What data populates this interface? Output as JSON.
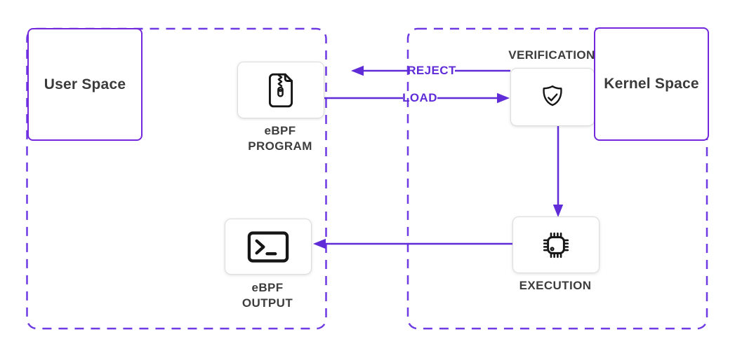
{
  "diagram": {
    "regions": [
      {
        "id": "user-space",
        "label": "User Space"
      },
      {
        "id": "kernel-space",
        "label": "Kernel Space"
      }
    ],
    "nodes": [
      {
        "id": "ebpf-program",
        "label": "eBPF PROGRAM",
        "label_lines": [
          "eBPF",
          "PROGRAM"
        ],
        "icon": "zip-file-icon",
        "region": "user-space"
      },
      {
        "id": "verification",
        "label": "VERIFICATION",
        "icon": "shield-check-icon",
        "region": "kernel-space"
      },
      {
        "id": "execution",
        "label": "EXECUTION",
        "icon": "cpu-icon",
        "region": "kernel-space"
      },
      {
        "id": "ebpf-output",
        "label": "eBPF OUTPUT",
        "label_lines": [
          "eBPF",
          "OUTPUT"
        ],
        "icon": "terminal-icon",
        "region": "user-space"
      }
    ],
    "edges": [
      {
        "id": "reject",
        "label": "REJECT",
        "from": "verification",
        "to": "user-space",
        "direction": "left"
      },
      {
        "id": "load",
        "label": "LOAD",
        "from": "ebpf-program",
        "to": "verification",
        "direction": "right"
      },
      {
        "id": "verify-to-execute",
        "label": "",
        "from": "verification",
        "to": "execution",
        "direction": "down"
      },
      {
        "id": "execute-to-output",
        "label": "",
        "from": "execution",
        "to": "ebpf-output",
        "direction": "left"
      }
    ]
  },
  "colors": {
    "purple_solid": "#7428DB",
    "purple_dash": "#6D3AE3",
    "purple_arrow": "#5F2CD8",
    "node_border": "#dcdcdc",
    "text_dark": "#3d3d3d",
    "icon_black": "#161616"
  }
}
